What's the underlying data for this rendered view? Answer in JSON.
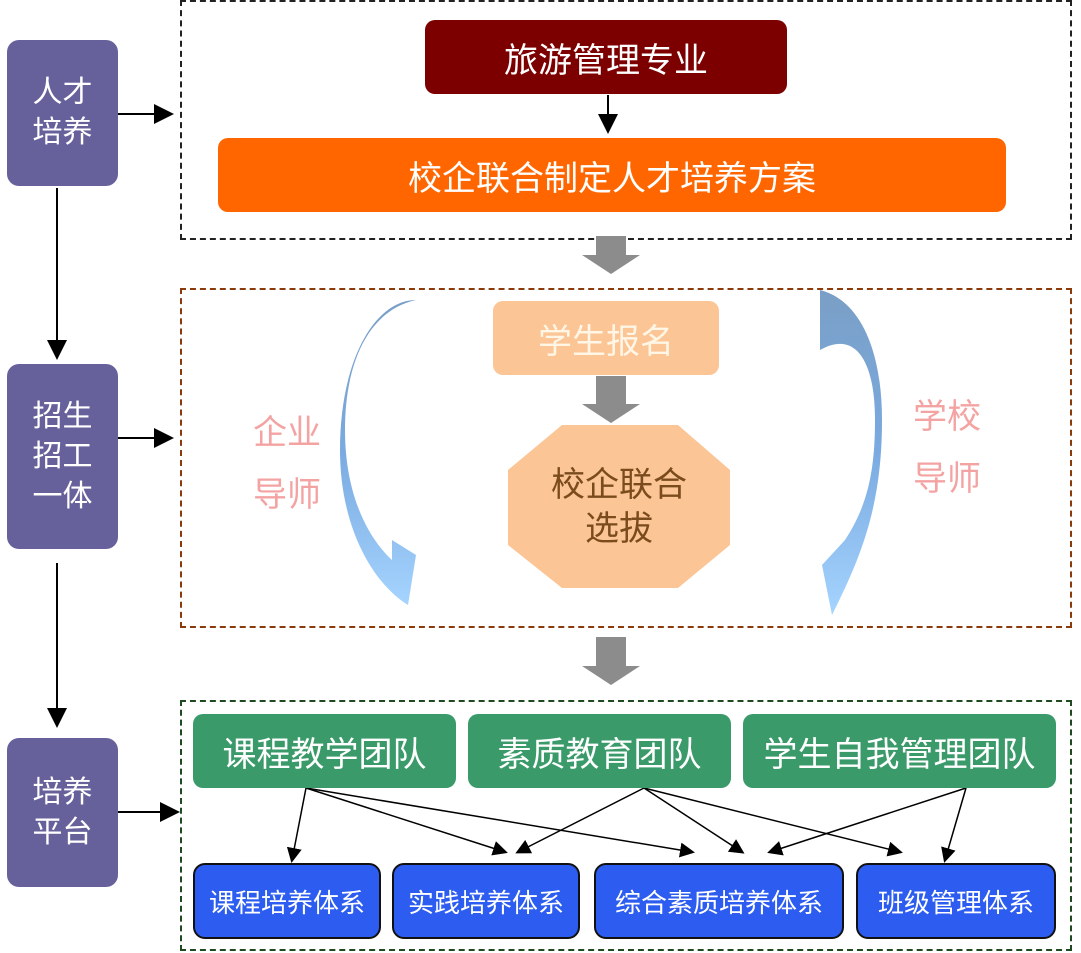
{
  "side_labels": {
    "talent": "人才\n培养",
    "enroll": "招生\n招工\n一体",
    "platform": "培养\n平台"
  },
  "talent_section": {
    "major": "旅游管理专业",
    "plan": "校企联合制定人才培养方案"
  },
  "enroll_section": {
    "apply": "学生报名",
    "select": "校企联合\n选拔",
    "enterprise_mentor": "企业\n导师",
    "school_mentor": "学校\n导师"
  },
  "platform_section": {
    "teams": [
      "课程教学团队",
      "素质教育团队",
      "学生自我管理团队"
    ],
    "systems": [
      "课程培养体系",
      "实践培养体系",
      "综合素质培养体系",
      "班级管理体系"
    ]
  },
  "colors": {
    "side": "#67619b",
    "major": "#7d0000",
    "plan": "#ff6600",
    "apply": "#fbc596",
    "team": "#3a9a6a",
    "system": "#2d5df0"
  }
}
